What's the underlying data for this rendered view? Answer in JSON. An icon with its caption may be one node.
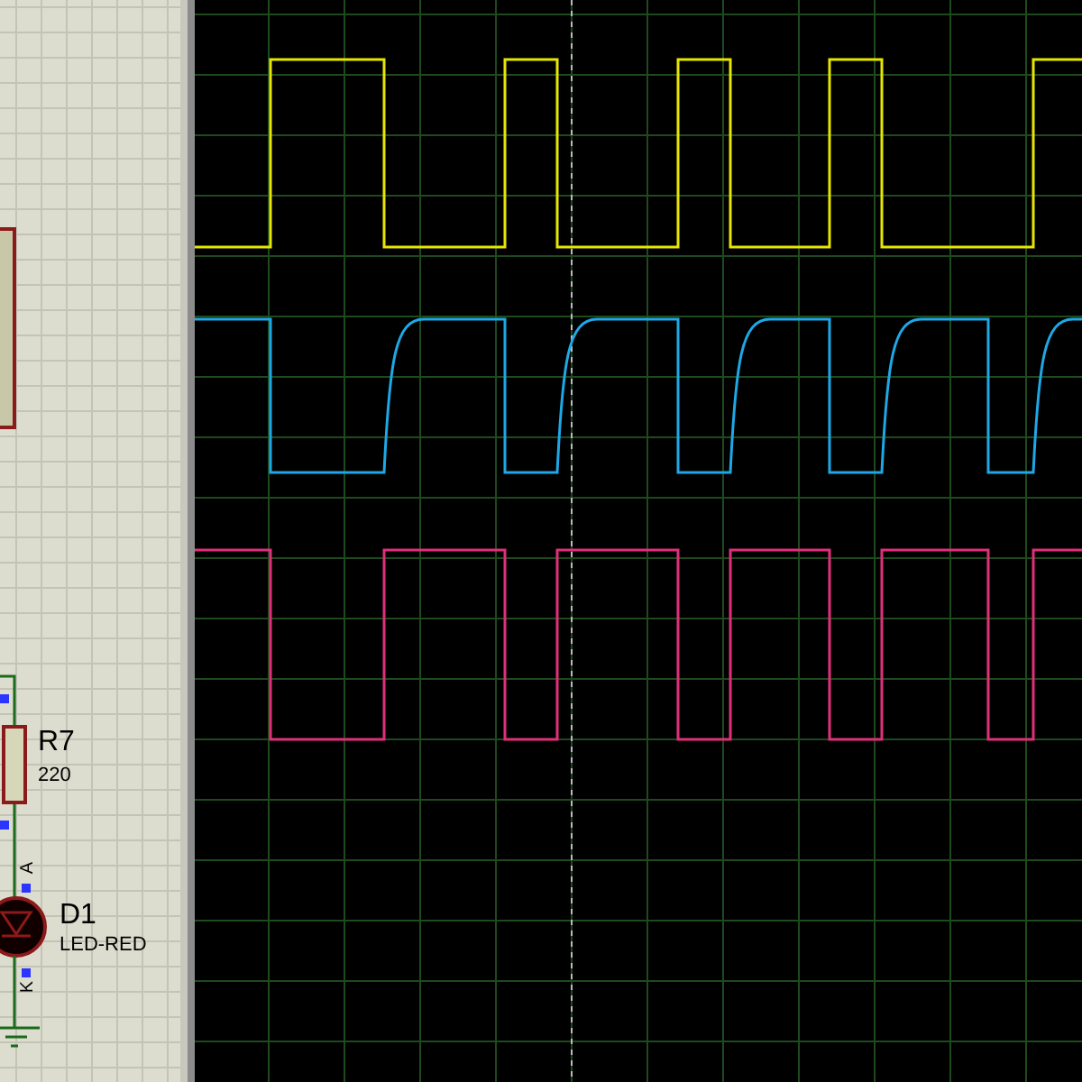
{
  "diagram": {
    "labels": [
      "R7",
      "220",
      "A",
      "D1",
      "LED-RED",
      "K"
    ]
  }
}
